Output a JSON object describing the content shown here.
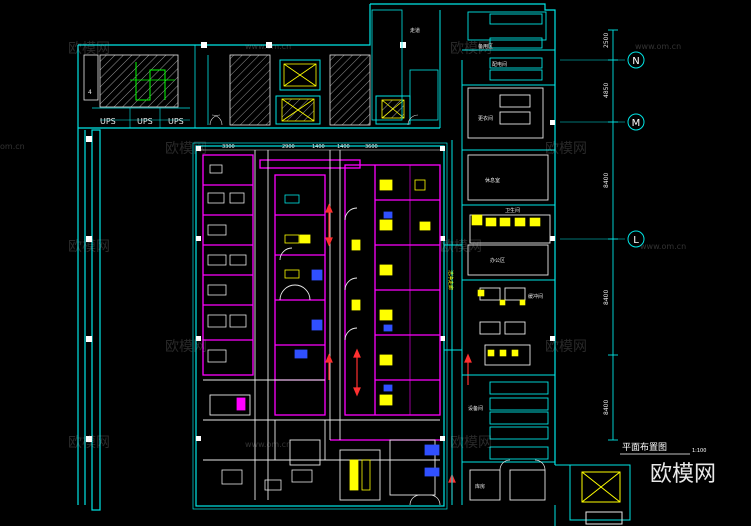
{
  "drawing": {
    "grid_axes": [
      "N",
      "M",
      "L"
    ],
    "dimensions_vertical": [
      "2500",
      "4850",
      "8400",
      "8400",
      "8400"
    ],
    "dimensions_top": [
      "3300",
      "2900",
      "1400",
      "1400",
      "3600"
    ],
    "title": "平面布置图",
    "scale_hint": "1:100",
    "ups_labels": [
      "UPS",
      "UPS",
      "UPS"
    ],
    "corridor_label": "洁净走廊",
    "stair_label": "走道",
    "room_labels_right": [
      "备用区",
      "配电间",
      "更衣间",
      "卫生间",
      "休息室",
      "办公区",
      "缓冲间",
      "设备间",
      "库房"
    ]
  },
  "watermarks": {
    "brand": "欧模网",
    "url": "www.om.cn",
    "url_short": "om.cn"
  },
  "colors": {
    "background": "#000000",
    "wall_cyan": "#00e5e5",
    "wall_white": "#e8e8e8",
    "magenta": "#ff00ff",
    "yellow": "#ffff00",
    "green": "#00ff00",
    "red": "#ff3030",
    "blue": "#3050ff"
  },
  "icons": [
    "north-grid-bubble",
    "stair-hatch",
    "elevator-cross",
    "door-swing"
  ]
}
